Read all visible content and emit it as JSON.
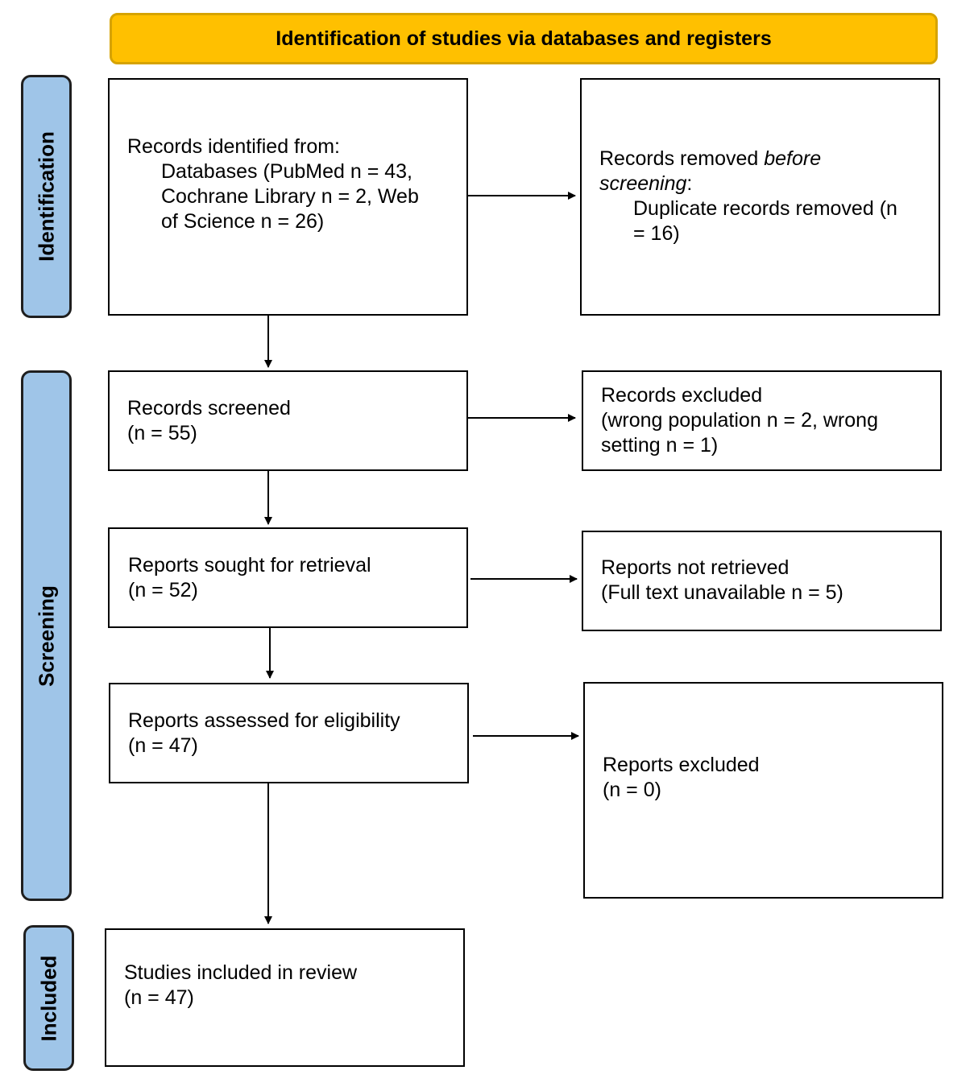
{
  "header": {
    "title": "Identification of studies via databases and registers"
  },
  "phases": {
    "identification": "Identification",
    "screening": "Screening",
    "included": "Included"
  },
  "boxes": {
    "records_identified": {
      "heading": "Records identified from:",
      "lines": [
        "Databases (PubMed n = 43,",
        "Cochrane Library n = 2, Web",
        "of Science n = 26)"
      ]
    },
    "records_removed": {
      "heading_prefix": "Records removed ",
      "heading_italic_1": "before",
      "heading_italic_2": "screening",
      "heading_suffix": ":",
      "lines": [
        "Duplicate records removed (n",
        "= 16)"
      ]
    },
    "records_screened": {
      "lines": [
        "Records screened",
        "(n = 55)"
      ]
    },
    "records_excluded": {
      "lines": [
        "Records excluded",
        "(wrong population n = 2, wrong",
        "setting n = 1)"
      ]
    },
    "reports_sought": {
      "lines": [
        "Reports sought for retrieval",
        "(n = 52)"
      ]
    },
    "reports_not_retrieved": {
      "lines": [
        "Reports not retrieved",
        "(Full text unavailable n = 5)"
      ]
    },
    "reports_assessed": {
      "lines": [
        "Reports assessed for eligibility",
        "(n = 47)"
      ]
    },
    "reports_excluded": {
      "lines": [
        "Reports excluded",
        "(n = 0)"
      ]
    },
    "studies_included": {
      "lines": [
        "Studies included in review",
        "(n = 47)"
      ]
    }
  }
}
